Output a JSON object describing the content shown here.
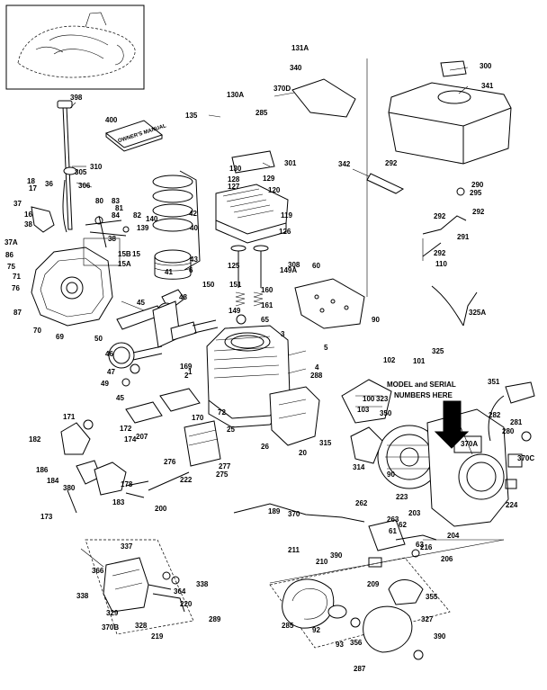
{
  "note": {
    "line1": "MODEL and SERIAL",
    "line2": "NUMBERS HERE"
  },
  "manual_label": "OWNER'S MANUAL",
  "parts": [
    "398",
    "400",
    "310",
    "305",
    "306",
    "18",
    "36",
    "17",
    "37",
    "16",
    "38",
    "86",
    "37A",
    "75",
    "71",
    "76",
    "87",
    "70",
    "69",
    "83",
    "81",
    "80",
    "84",
    "82",
    "140",
    "139",
    "38",
    "15B",
    "15",
    "15A",
    "42",
    "40",
    "41",
    "43",
    "6",
    "130",
    "128",
    "127",
    "129",
    "120",
    "119",
    "126",
    "125",
    "149A",
    "150",
    "151",
    "149",
    "160",
    "161",
    "65",
    "308",
    "60",
    "90",
    "45",
    "48",
    "50",
    "46",
    "47",
    "49",
    "45",
    "169",
    "2",
    "1",
    "3",
    "5",
    "4",
    "288",
    "131A",
    "340",
    "370D",
    "130A",
    "135",
    "285",
    "301",
    "300",
    "341",
    "342",
    "292",
    "290",
    "295",
    "292",
    "292",
    "291",
    "292",
    "110",
    "325A",
    "325",
    "101",
    "102",
    "100",
    "103",
    "323",
    "350",
    "351",
    "282",
    "281",
    "280",
    "370A",
    "370C",
    "224",
    "171",
    "170",
    "72",
    "25",
    "26",
    "20",
    "315",
    "314",
    "90",
    "223",
    "182",
    "186",
    "184",
    "380",
    "183",
    "178",
    "173",
    "172",
    "174",
    "207",
    "276",
    "275",
    "277",
    "222",
    "200",
    "262",
    "263",
    "61",
    "203",
    "62",
    "63",
    "204",
    "216",
    "206",
    "209",
    "211",
    "210",
    "390",
    "189",
    "370",
    "337",
    "366",
    "364",
    "338",
    "338",
    "329",
    "370B",
    "328",
    "219",
    "220",
    "289",
    "285",
    "92",
    "93",
    "356",
    "355",
    "327",
    "390",
    "287"
  ]
}
